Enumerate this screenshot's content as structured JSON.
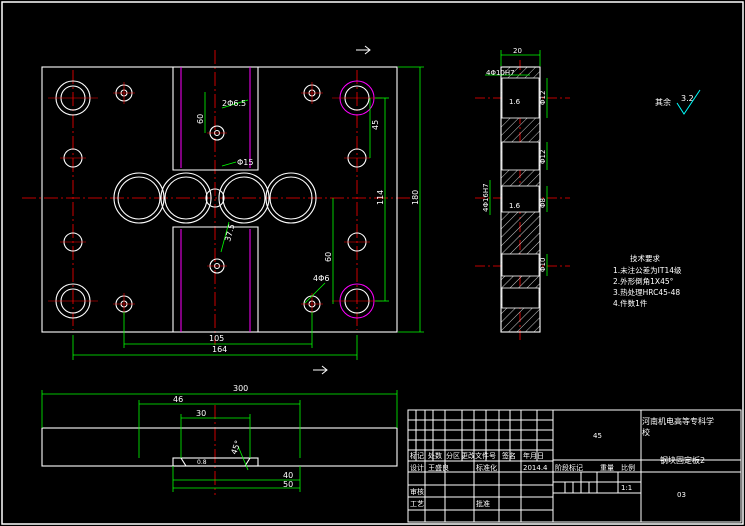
{
  "colors": {
    "background": "#000000",
    "outline": "#ffffff",
    "dimension": "#00ff00",
    "centerline": "#ff0000",
    "hidden": "#ff00ff",
    "hatch": "#ffffff"
  },
  "dims": {
    "plate_width": "164",
    "inner_width": "105",
    "height": "180",
    "v60_top": "60",
    "v60_mid": "60",
    "v114": "114",
    "v45": "45",
    "bolt_spec": "2Φ6.5",
    "small_hole": "Φ15",
    "hole_r": "37.5",
    "four_holes": "4Φ6",
    "side_width": "20",
    "side_top": "4Φ10H7",
    "side_1": "Φ12",
    "side_2": "Φ12",
    "side_3": "Φ8",
    "side_4": "Φ10",
    "side_left": "4Φ16H7",
    "ra_a": "1.6",
    "ra_b": "1.6",
    "bottom_len": "300",
    "bottom_46": "46",
    "bottom_30": "30",
    "bottom_40": "40",
    "bottom_50": "50",
    "bottom_angle": "45°",
    "bottom_ra": "0.8"
  },
  "roughness": {
    "label": "其余",
    "value": "3.2"
  },
  "tech": {
    "title": "技术要求",
    "items": [
      "1.未注公差为IT14级",
      "2.外形倒角1X45°",
      "3.热处理HRC45-48",
      "4.件数1件"
    ]
  },
  "title_block": {
    "school": "河南机电高等专科学校",
    "part_name": "钢块固定板2",
    "material": "45",
    "mark": "标记",
    "qty": "处数",
    "zone": "分区",
    "change_doc": "更改文件号",
    "sign": "签名",
    "date_lbl": "年月日",
    "design": "设计",
    "designer": "王盛良",
    "standardize": "标准化",
    "year": "2014.4",
    "stage": "阶段标记",
    "weight": "重量",
    "scale": "比例",
    "scale_val": "1:1",
    "sheet": "03",
    "review": "审核",
    "process": "工艺",
    "approve": "批准"
  }
}
